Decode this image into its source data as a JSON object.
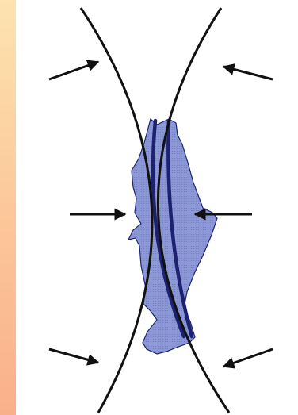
{
  "colors": {
    "side_strip_top": "#fde3b0",
    "side_strip_bottom": "#f9b08a",
    "curve": "#111111",
    "arrow": "#111111",
    "blob_fill": "#8c97d6",
    "blob_stroke": "#1e2470",
    "band": "#1c2270",
    "background": "#ffffff"
  },
  "diagram": {
    "elements": [
      "left-curve",
      "right-curve",
      "shaded-region",
      "inner-band-left",
      "inner-band-right",
      "arrows-x6"
    ]
  }
}
